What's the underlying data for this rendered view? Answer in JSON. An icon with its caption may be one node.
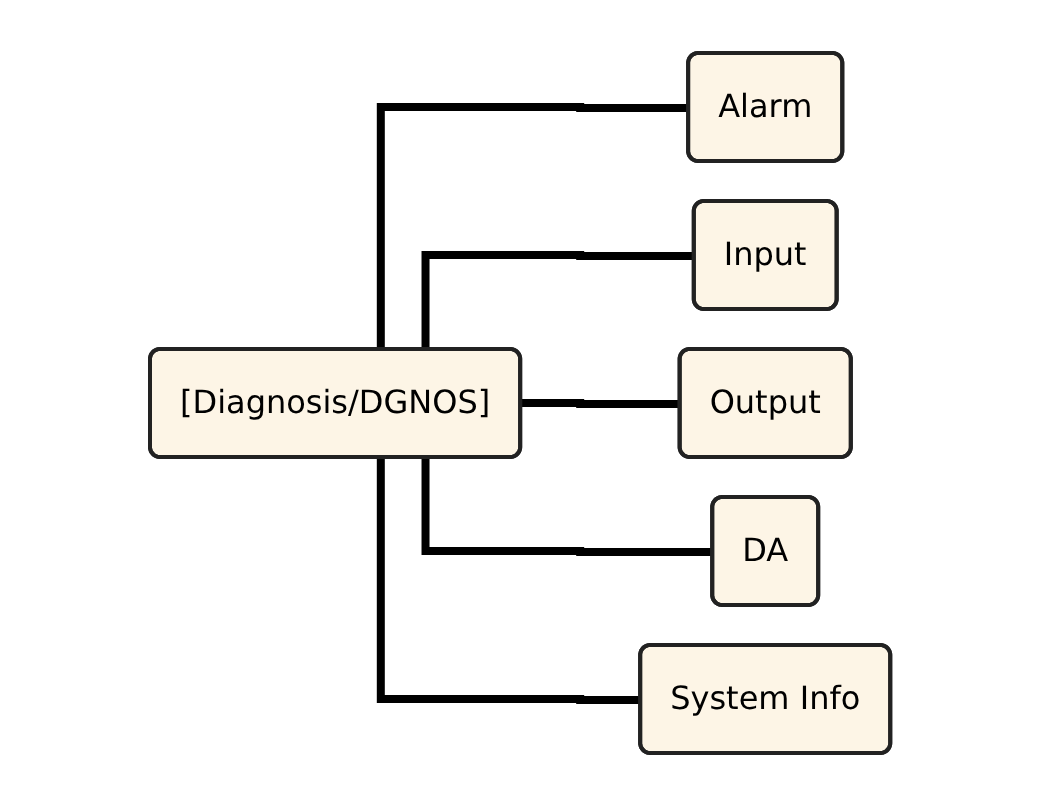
{
  "diagram": {
    "nodes": [
      {
        "text": [
          "[Diagnosis/DGNOS]"
        ]
      },
      {
        "text": [
          "Alarm"
        ]
      },
      {
        "text": [
          "Input"
        ]
      },
      {
        "text": [
          "Output"
        ]
      },
      {
        "text": [
          "DA"
        ]
      },
      {
        "text": [
          "System Info"
        ]
      }
    ],
    "edges": [
      {
        "from": 0,
        "to": 1,
        "arrow": "none"
      },
      {
        "from": 0,
        "to": 2,
        "arrow": "none"
      },
      {
        "from": 0,
        "to": 3,
        "arrow": "none"
      },
      {
        "from": 0,
        "to": 4,
        "arrow": "none"
      },
      {
        "from": 0,
        "to": 5,
        "arrow": "none"
      }
    ]
  }
}
